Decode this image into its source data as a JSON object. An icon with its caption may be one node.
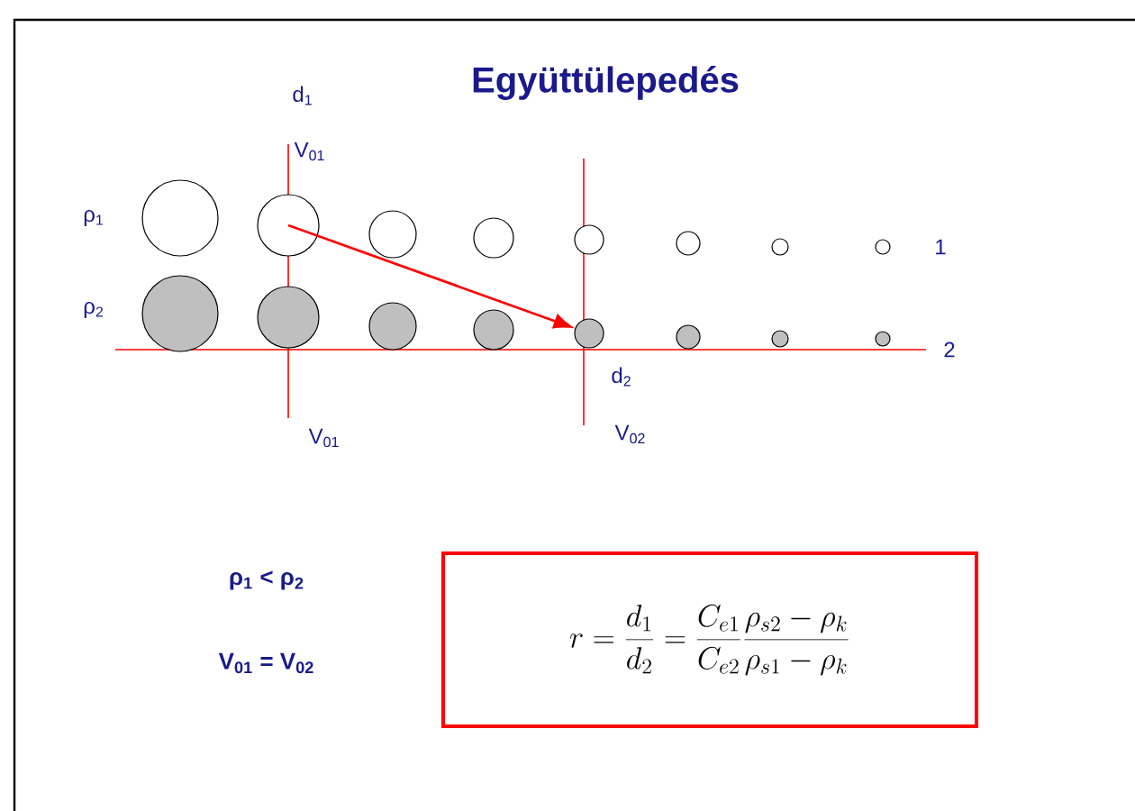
{
  "diagram": {
    "title": "Együttülepedés",
    "nodes": [
      {
        "text": [],
        "shape": "circle"
      },
      {
        "text": [],
        "shape": "circle"
      },
      {
        "text": [],
        "shape": "circle"
      },
      {
        "text": [],
        "shape": "circle"
      },
      {
        "text": [],
        "shape": "circle"
      },
      {
        "text": [],
        "shape": "circle"
      },
      {
        "text": [],
        "shape": "circle"
      },
      {
        "text": [],
        "shape": "circle"
      },
      {
        "text": [],
        "shape": "circle"
      },
      {
        "text": [],
        "shape": "circle"
      },
      {
        "text": [],
        "shape": "circle"
      },
      {
        "text": [],
        "shape": "circle"
      },
      {
        "text": [],
        "shape": "circle"
      },
      {
        "text": [],
        "shape": "circle"
      },
      {
        "text": [],
        "shape": "circle"
      },
      {
        "text": [],
        "shape": "circle"
      },
      {
        "text": [
          "r=\\frac{d_1}{d_2}=\\frac{C_{e1}}{C_{e2}}\\frac{\\rho_{s2}-\\rho_k}{\\rho_{s1}-\\rho_k}"
        ]
      }
    ],
    "edges": [
      {
        "from": 1,
        "to": 12,
        "arrow": "to",
        "color": "#ff0000"
      }
    ],
    "labels": [
      "d$_{1}$",
      "V$_{01}$",
      "ρ$_{1}$",
      "ρ$_{2}$",
      "1",
      "2",
      "d$_{2}$",
      "V$_{01}$",
      "V$_{02}$",
      "ρ$_{1}$ < ρ$_{2}$",
      "V$_{01}$ = V$_{02}$"
    ]
  }
}
